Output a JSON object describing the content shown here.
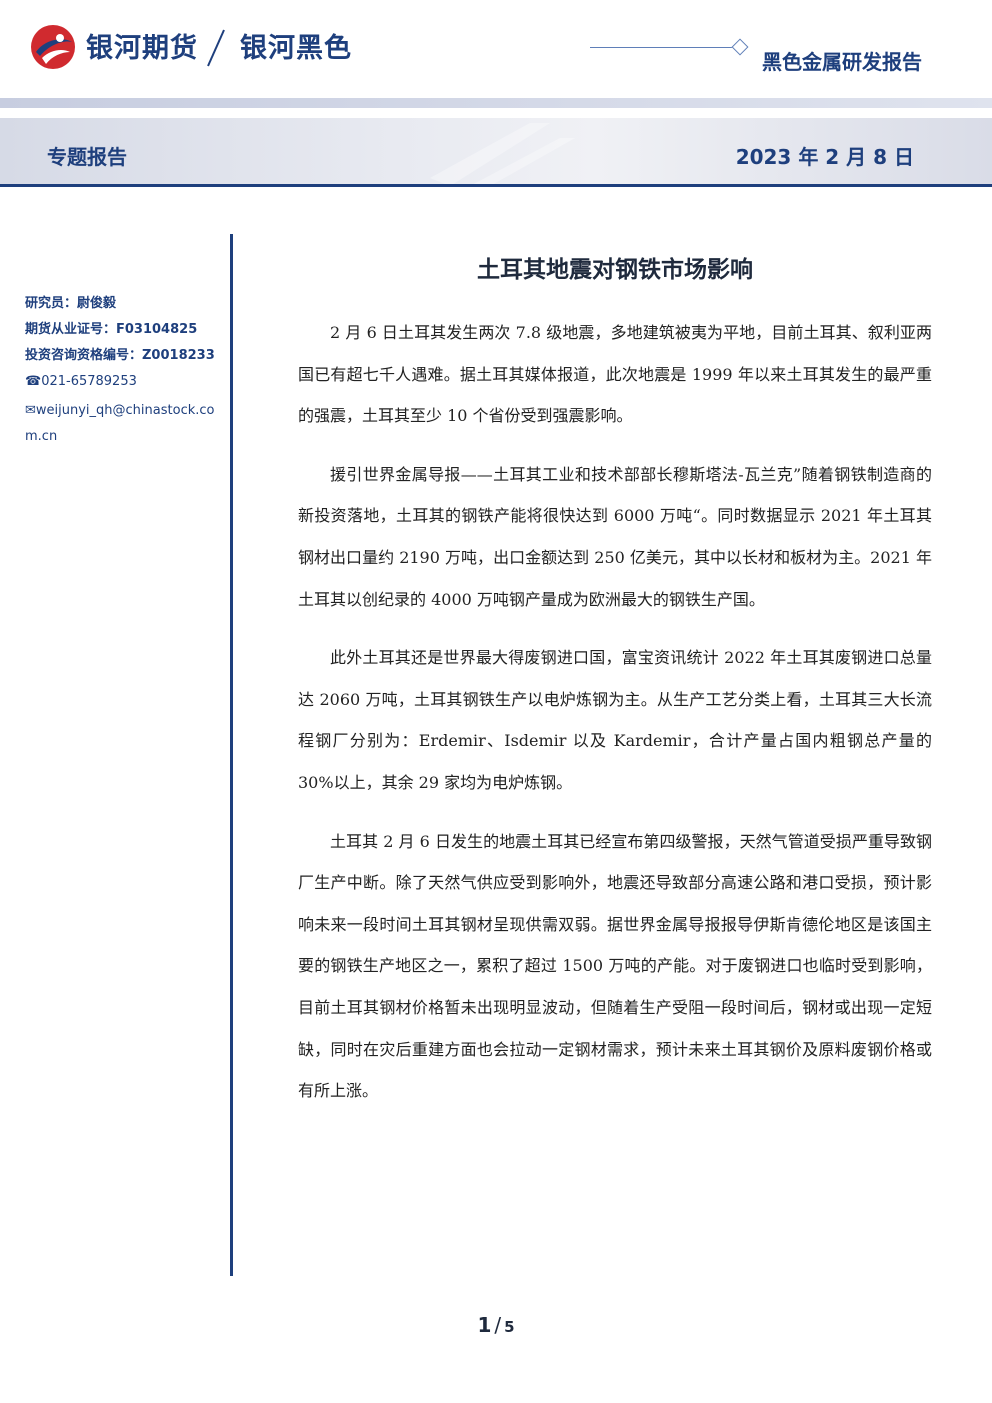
{
  "header": {
    "brand": "银河期货",
    "sub_brand": "银河黑色",
    "report_type": "黑色金属研发报告",
    "colors": {
      "navy": "#1e3f7d",
      "red": "#d02a2f"
    }
  },
  "band": {
    "section_label": "专题报告",
    "date": "2023 年 2 月 8 日"
  },
  "sidebar": {
    "researcher": "研究员：尉俊毅",
    "futures_license": "期货从业证号：F03104825",
    "consult_license": "投资咨询资格编号：Z0018233",
    "phone": "021-65789253",
    "email": "weijunyi_qh@chinastock.com.cn",
    "icons": [
      "phone-icon",
      "mail-icon"
    ]
  },
  "article": {
    "title": "土耳其地震对钢铁市场影响",
    "paragraphs": [
      "2 月 6 日土耳其发生两次 7.8 级地震，多地建筑被夷为平地，目前土耳其、叙利亚两国已有超七千人遇难。据土耳其媒体报道，此次地震是 1999 年以来土耳其发生的最严重的强震，土耳其至少 10 个省份受到强震影响。",
      "援引世界金属导报——土耳其工业和技术部部长穆斯塔法-瓦兰克”随着钢铁制造商的新投资落地，土耳其的钢铁产能将很快达到 6000 万吨“。同时数据显示 2021 年土耳其钢材出口量约 2190 万吨，出口金额达到 250 亿美元，其中以长材和板材为主。2021 年土耳其以创纪录的 4000 万吨钢产量成为欧洲最大的钢铁生产国。",
      "此外土耳其还是世界最大得废钢进口国，富宝资讯统计 2022 年土耳其废钢进口总量达 2060 万吨，土耳其钢铁生产以电炉炼钢为主。从生产工艺分类上看，土耳其三大长流程钢厂分别为：Erdemir、Isdemir 以及 Kardemir，合计产量占国内粗钢总产量的 30%以上，其余 29 家均为电炉炼钢。",
      "土耳其 2 月 6 日发生的地震土耳其已经宣布第四级警报，天然气管道受损严重导致钢厂生产中断。除了天然气供应受到影响外，地震还导致部分高速公路和港口受损，预计影响未来一段时间土耳其钢材呈现供需双弱。据世界金属导报报导伊斯肯德伦地区是该国主要的钢铁生产地区之一，累积了超过 1500 万吨的产能。对于废钢进口也临时受到影响，目前土耳其钢材价格暂未出现明显波动，但随着生产受阻一段时间后，钢材或出现一定短缺，同时在灾后重建方面也会拉动一定钢材需求，预计未来土耳其钢价及原料废钢价格或有所上涨。"
    ]
  },
  "footer": {
    "page": "1",
    "separator": "/",
    "total": "5"
  }
}
